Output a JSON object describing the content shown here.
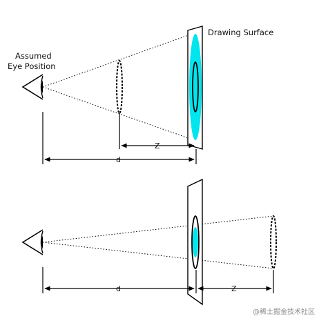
{
  "diagram": {
    "colors": {
      "line": "#000000",
      "highlight": "#00e5ee",
      "watermark": "#8c8c8c"
    },
    "top": {
      "eye_label_line1": "Assumed",
      "eye_label_line2": "Eye Position",
      "surface_label": "Drawing Surface",
      "z_label": "Z",
      "d_label": "d"
    },
    "bottom": {
      "d_label": "d",
      "z_label": "Z"
    },
    "watermark": "@稀土掘金技术社区"
  }
}
